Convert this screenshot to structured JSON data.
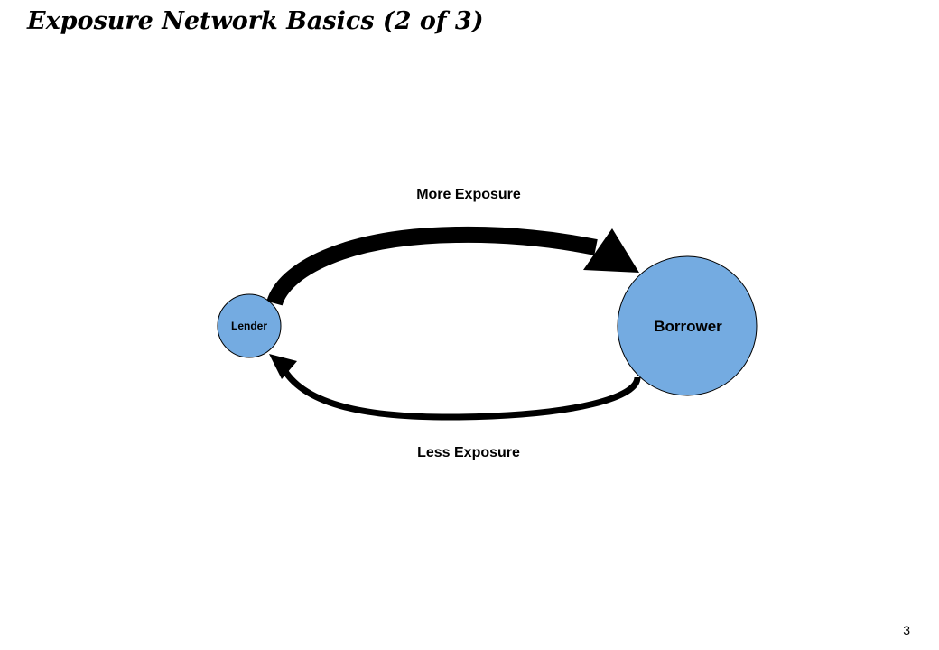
{
  "title": "Exposure Network Basics (2 of 3)",
  "colors": {
    "node_fill": "#74ABE1",
    "arrow": "#000000"
  },
  "nodes": {
    "lender": {
      "label": "Lender"
    },
    "borrower": {
      "label": "Borrower"
    }
  },
  "edges": {
    "more_exposure": {
      "label": "More Exposure"
    },
    "less_exposure": {
      "label": "Less Exposure"
    }
  },
  "page_number": "3"
}
